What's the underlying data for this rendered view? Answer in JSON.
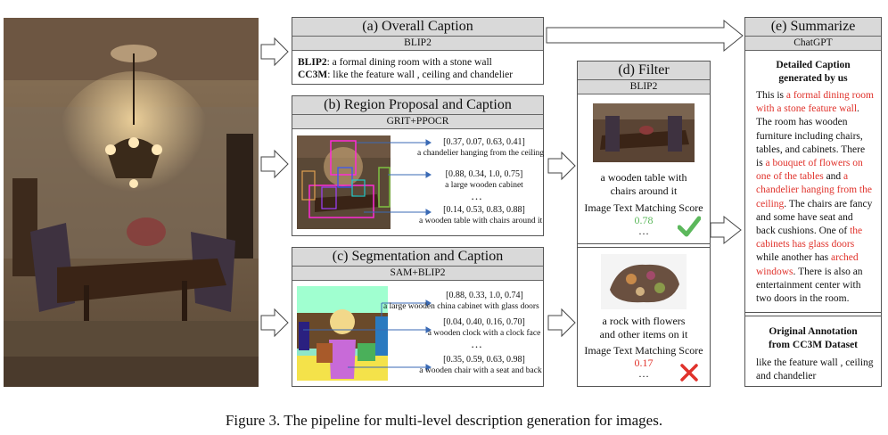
{
  "panel_a": {
    "title": "(a) Overall Caption",
    "model": "BLIP2",
    "lines": [
      {
        "src": "BLIP2",
        "text": ": a formal dining room with a stone wall"
      },
      {
        "src": "CC3M",
        "text": ": like the feature wall , ceiling and chandelier"
      }
    ]
  },
  "panel_b": {
    "title": "(b) Region Proposal and Caption",
    "model": "GRIT+PPOCR",
    "regions": [
      {
        "coords": "[0.37, 0.07, 0.63, 0.41]",
        "caption": "a chandelier hanging from the ceiling"
      },
      {
        "coords": "[0.88, 0.34, 1.0, 0.75]",
        "caption": "a large wooden cabinet"
      },
      {
        "coords": "[0.14, 0.53, 0.83, 0.88]",
        "caption": "a wooden table with chairs around it"
      }
    ],
    "ellipsis": "…"
  },
  "panel_c": {
    "title": "(c) Segmentation and Caption",
    "model": "SAM+BLIP2",
    "regions": [
      {
        "coords": "[0.88, 0.33, 1.0, 0.74]",
        "caption": "a large wooden china cabinet with glass doors"
      },
      {
        "coords": "[0.04, 0.40, 0.16, 0.70]",
        "caption": "a wooden clock with a clock face"
      },
      {
        "coords": "[0.35, 0.59, 0.63, 0.98]",
        "caption": "a wooden chair with a seat and back"
      }
    ],
    "ellipsis": "…"
  },
  "panel_d": {
    "title": "(d) Filter",
    "model": "BLIP2",
    "items": [
      {
        "caption_l1": "a wooden table with",
        "caption_l2": "chairs around it",
        "score_label": "Image Text Matching Score",
        "score": "0.78",
        "ellipsis": "…",
        "verdict": "check-icon",
        "score_color": "#5cb85c"
      },
      {
        "caption_l1": "a rock with flowers",
        "caption_l2": "and other items on it",
        "score_label": "Image Text Matching Score",
        "score": "0.17",
        "ellipsis": "…",
        "verdict": "cross-icon",
        "score_color": "#e0322b"
      }
    ]
  },
  "panel_e": {
    "title": "(e) Summarize",
    "model": "ChatGPT",
    "detailed_title_l1": "Detailed Caption",
    "detailed_title_l2": "generated by us",
    "summary_segments": [
      {
        "t": "This is ",
        "hl": false
      },
      {
        "t": "a formal dining room with a stone feature wall",
        "hl": true
      },
      {
        "t": ". The room has wooden furniture including chairs, tables, and cabinets. There is ",
        "hl": false
      },
      {
        "t": "a bouquet of flowers on one of the tables",
        "hl": true
      },
      {
        "t": " and ",
        "hl": false
      },
      {
        "t": "a chandelier hanging from the ceiling",
        "hl": true
      },
      {
        "t": ". The chairs are fancy and some have seat and back cushions. One of ",
        "hl": false
      },
      {
        "t": "the cabinets has glass doors",
        "hl": true
      },
      {
        "t": " while another has ",
        "hl": false
      },
      {
        "t": "arched windows",
        "hl": true
      },
      {
        "t": ". There is also an entertainment center with two doors in the room.",
        "hl": false
      }
    ],
    "original_title_l1": "Original Annotation",
    "original_title_l2": "from CC3M Dataset",
    "original_text": "like the feature wall , ceiling and chandelier"
  },
  "figure_caption": "Figure 3. The pipeline for multi-level description generation for images.",
  "colors": {
    "highlight": "#e0322b",
    "header": "#d9d9d9",
    "check": "#5cb85c",
    "cross": "#e0322b"
  }
}
